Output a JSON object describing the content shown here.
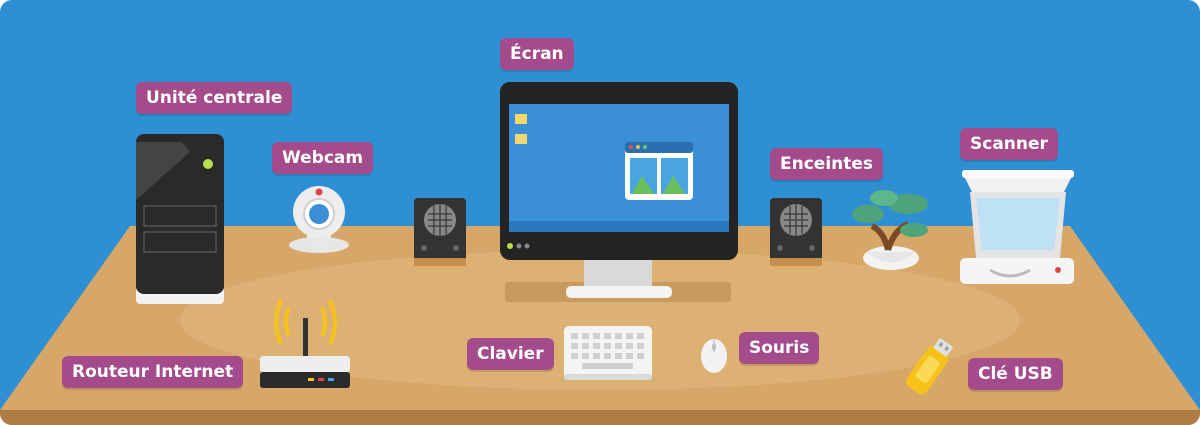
{
  "labels": {
    "unite_centrale": "Unité centrale",
    "webcam": "Webcam",
    "ecran": "Écran",
    "enceintes": "Enceintes",
    "scanner": "Scanner",
    "routeur": "Routeur Internet",
    "clavier": "Clavier",
    "souris": "Souris",
    "cle_usb": "Clé USB"
  },
  "colors": {
    "background": "#2f8fd3",
    "desk": "#d8a868",
    "label_bg": "#a44b8c",
    "label_text": "#ffffff",
    "screen": "#3a8fd6",
    "device_dark": "#222222"
  }
}
